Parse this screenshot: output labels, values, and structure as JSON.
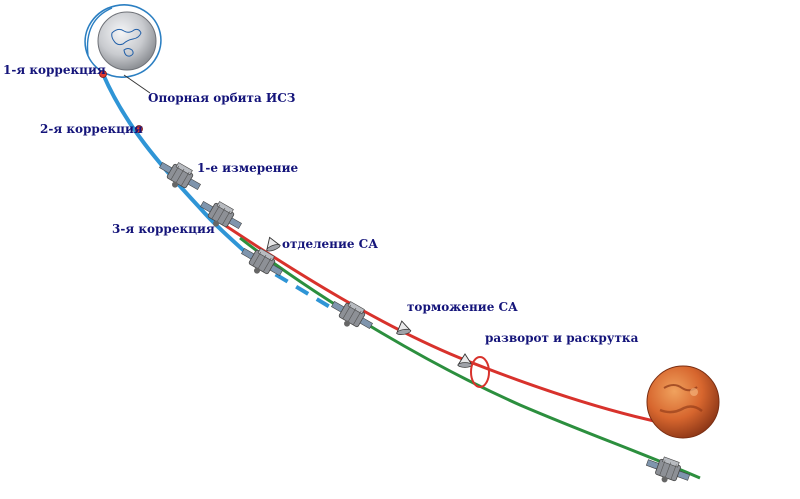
{
  "labels": {
    "correction_1": "1-я коррекция",
    "correction_2": "2-я коррекция",
    "parking_orbit": "Опорная орбита ИСЗ",
    "measurement_1": "1-е измерение",
    "correction_3": "3-я коррекция",
    "separation": "отделение СА",
    "braking": "торможение СА",
    "turn_spin": "разворот и раскрутка"
  },
  "colors": {
    "earth_leg": "#2f95d6",
    "lander_path": "#d8322c",
    "orbiter_path": "#2c8f3e",
    "label_text": "#14147a",
    "correction_point": "#e23b2e",
    "mars": "#d7662e",
    "earth": "#c9cbcf"
  },
  "icons": {
    "earth": "earth-globe-icon",
    "mars": "mars-planet-icon",
    "spacecraft": "spacecraft-icon",
    "lander": "descent-capsule-icon"
  }
}
